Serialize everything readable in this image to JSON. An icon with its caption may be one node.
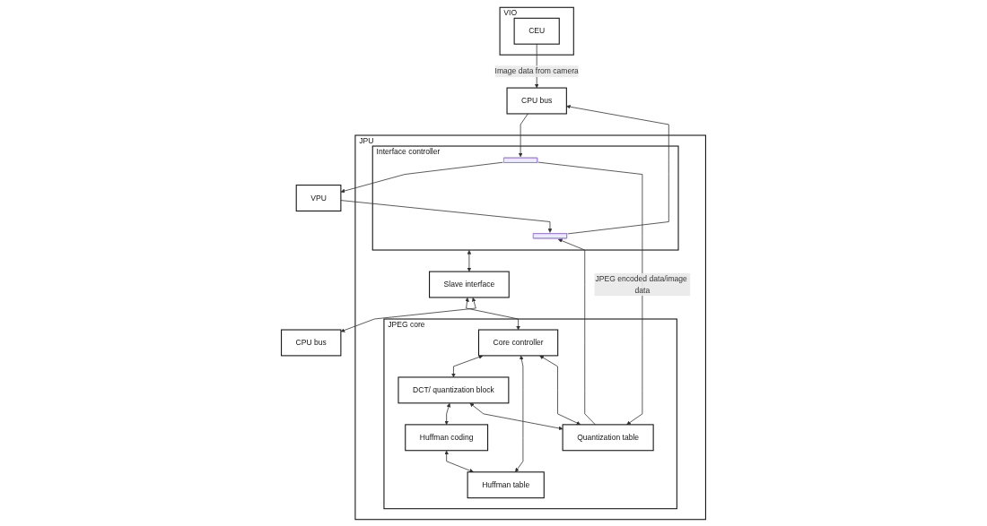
{
  "diagram": {
    "nodes": [
      {
        "text": [
          "CPU bus"
        ]
      },
      {
        "text": [
          "VIO"
        ]
      },
      {
        "text": [
          "CEU"
        ],
        "in": 1
      },
      {
        "text": [
          "VPU"
        ]
      },
      {
        "text": [
          "JPU"
        ]
      },
      {
        "text": [
          "Interface controller"
        ],
        "in": 4
      },
      {
        "text": [],
        "shape": "bar",
        "in": 5
      },
      {
        "text": [],
        "shape": "bar",
        "in": 5
      },
      {
        "text": [
          "JPEG core"
        ],
        "in": 4
      },
      {
        "text": [
          "DCT/ quantization block"
        ],
        "in": 8
      },
      {
        "text": [
          "Huffman coding"
        ],
        "in": 8
      },
      {
        "text": [
          "Quantization table"
        ],
        "in": 8
      },
      {
        "text": [
          "Huffman table"
        ],
        "in": 8
      },
      {
        "text": [
          "Slave interface"
        ],
        "in": 4
      },
      {
        "text": [
          "Core controller"
        ],
        "in": 8
      },
      {
        "text": [
          "CPU bus"
        ]
      }
    ],
    "edges": [
      {
        "from": 2,
        "to": 0,
        "arrow": "to",
        "label": "Image data from camera"
      },
      {
        "from": 6,
        "to": 0,
        "arrow": "to"
      },
      {
        "from": 0,
        "to": 7,
        "arrow": "to"
      },
      {
        "from": 3,
        "to": 6,
        "arrow": "to"
      },
      {
        "from": 7,
        "to": 3,
        "arrow": "to"
      },
      {
        "from": 7,
        "to": 11,
        "arrow": "to",
        "label": "JPEG encoded data/image data"
      },
      {
        "from": 11,
        "to": 6,
        "arrow": "to"
      },
      {
        "from": 9,
        "to": 10,
        "arrow": "both"
      },
      {
        "from": 9,
        "to": 11,
        "arrow": "both"
      },
      {
        "from": 10,
        "to": 12,
        "arrow": "both"
      },
      {
        "from": 14,
        "to": 9,
        "arrow": "both"
      },
      {
        "from": 11,
        "to": 14,
        "arrow": "both"
      },
      {
        "from": 12,
        "to": 14,
        "arrow": "both"
      },
      {
        "from": 5,
        "to": 13,
        "arrow": "both"
      },
      {
        "from": 13,
        "to": 14,
        "arrow": "both"
      },
      {
        "from": 13,
        "to": 15,
        "arrow": "both"
      }
    ]
  }
}
